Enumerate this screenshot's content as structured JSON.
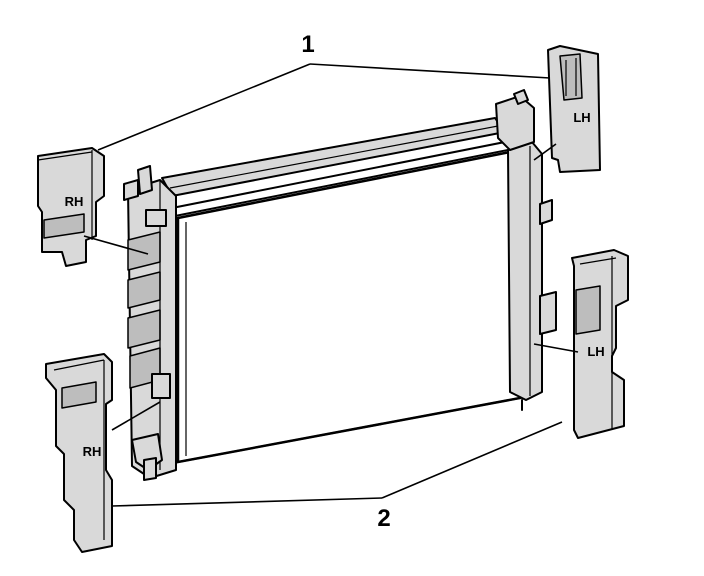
{
  "callouts": {
    "upper_number": "1",
    "lower_number": "2"
  },
  "labels": {
    "upper_left_bracket": "RH",
    "upper_right_bracket": "LH",
    "lower_left_bracket": "RH",
    "lower_right_bracket": "LH"
  },
  "colors": {
    "line": "#000000",
    "part_fill": "#d9d9d9",
    "background": "#ffffff"
  }
}
